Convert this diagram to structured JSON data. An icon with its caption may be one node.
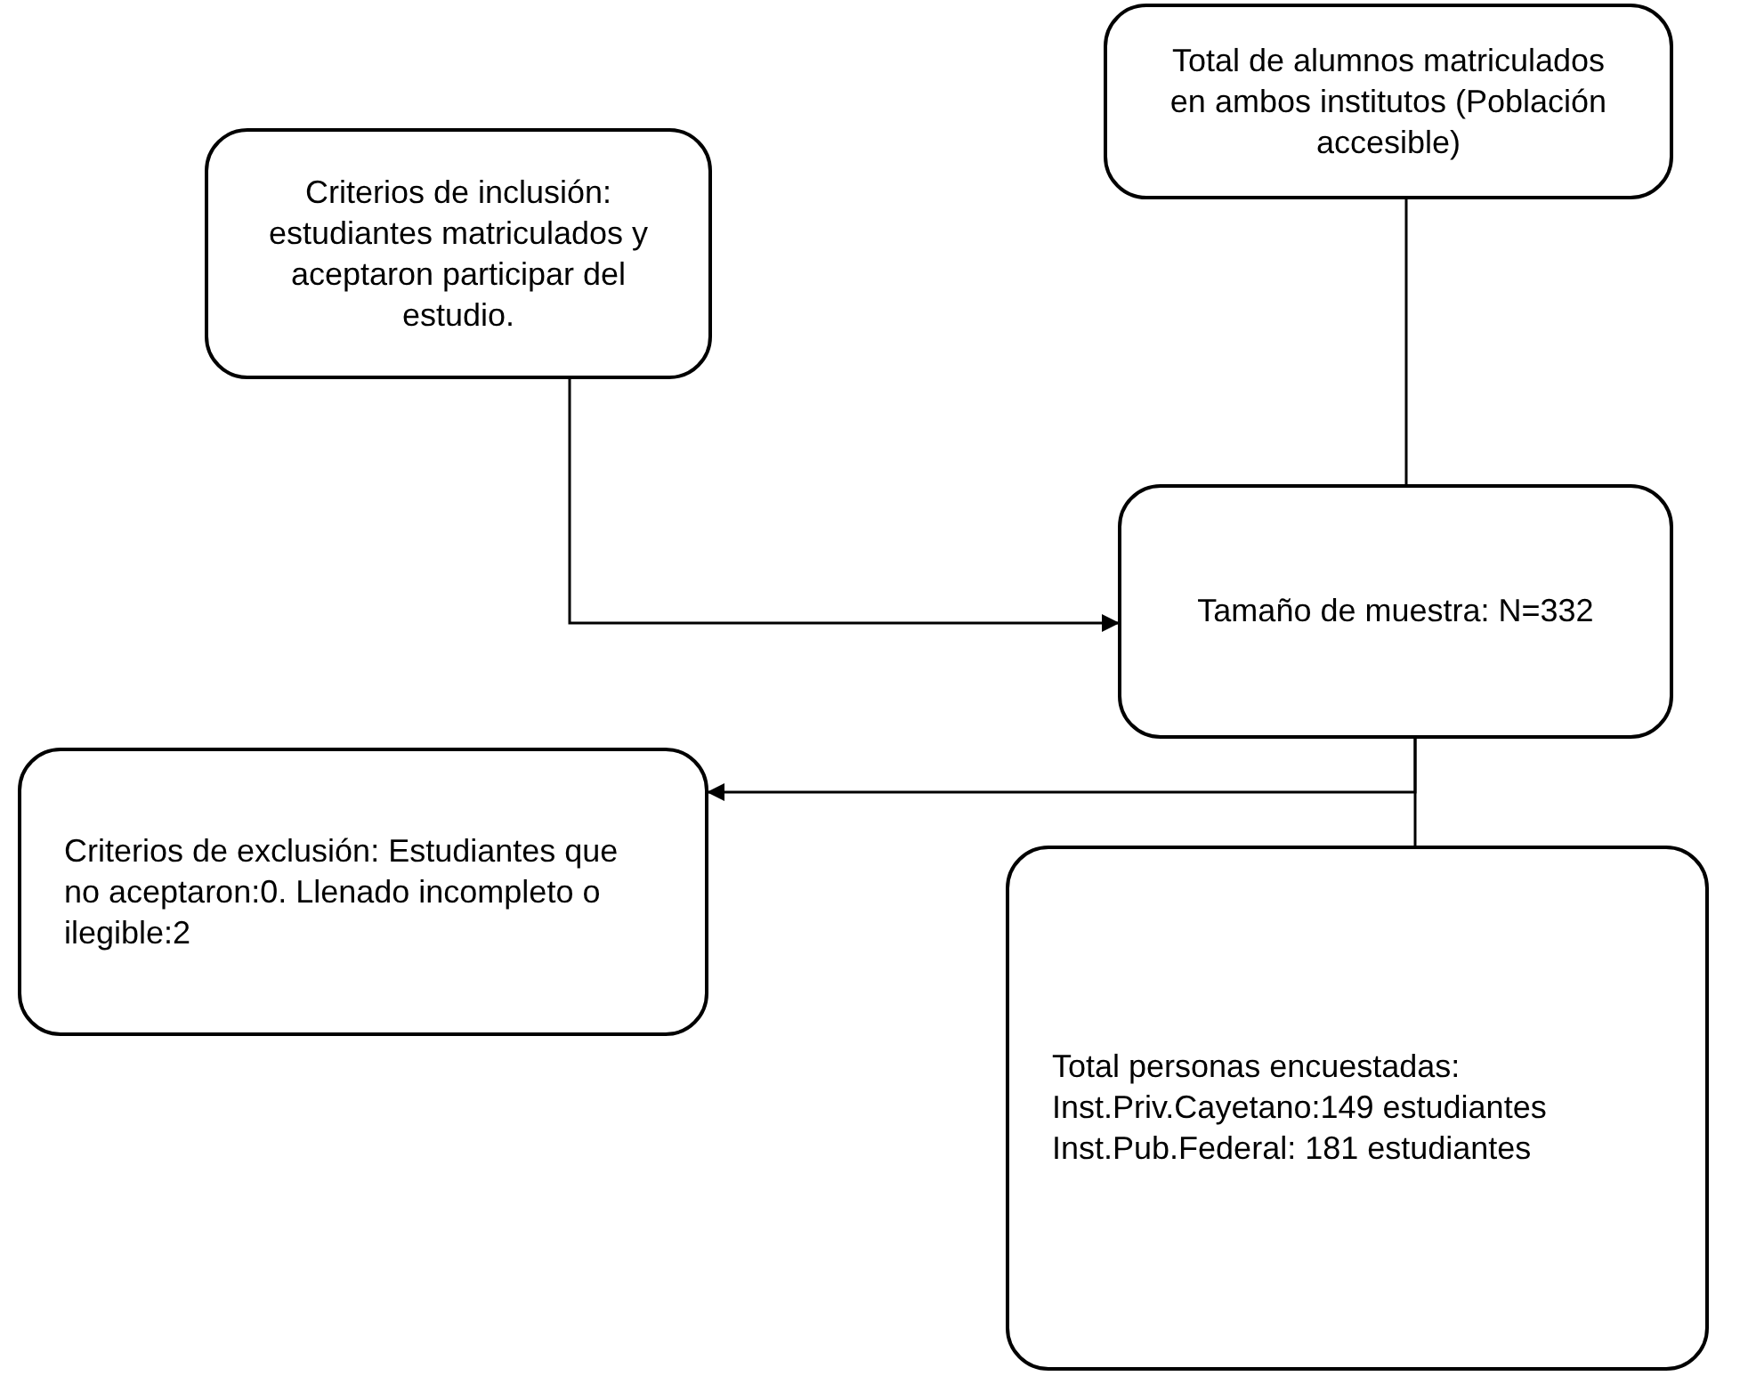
{
  "diagram": {
    "nodes": [
      {
        "text": [
          "Criterios de inclusión: estudiantes matriculados y aceptaron participar del estudio."
        ]
      },
      {
        "text": [
          "Total de alumnos matriculados en ambos institutos (Población accesible)"
        ]
      },
      {
        "text": [
          "Tamaño de muestra: N=332"
        ]
      },
      {
        "text": [
          "Criterios de exclusión: Estudiantes que no aceptaron:0. Llenado incompleto o ilegible:2"
        ]
      },
      {
        "text": [
          "Total personas encuestadas: Inst.Priv.Cayetano:149 estudiantes Inst.Pub.Federal: 181 estudiantes"
        ]
      }
    ],
    "edges": [
      {
        "from": 0,
        "to": 2,
        "arrow": "to"
      },
      {
        "from": 1,
        "to": 2,
        "arrow": "none"
      },
      {
        "from": 2,
        "to": 3,
        "arrow": "to"
      },
      {
        "from": 2,
        "to": 4,
        "arrow": "none"
      }
    ]
  }
}
